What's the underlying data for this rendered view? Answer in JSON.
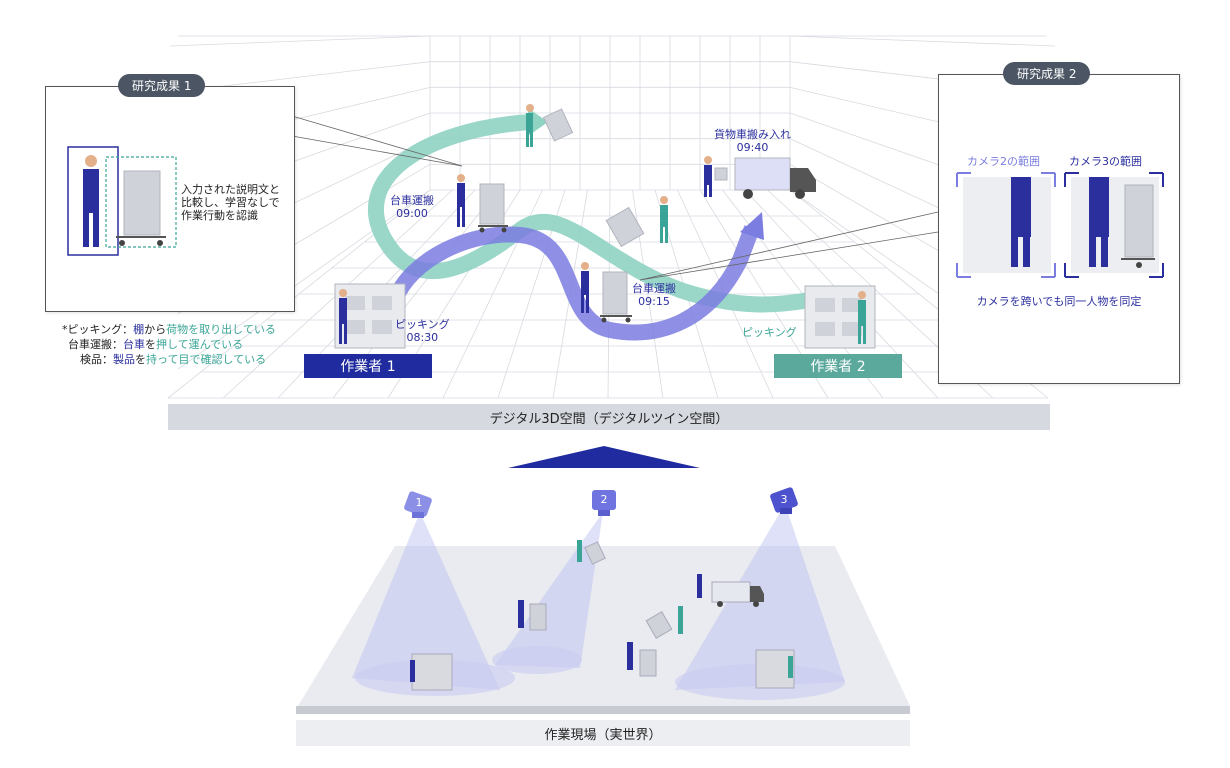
{
  "result1": {
    "badge": "研究成果 1",
    "desc_lines": [
      "入力された説明文と",
      "比較し、学習なしで",
      "作業行動を認識"
    ]
  },
  "result2": {
    "badge": "研究成果 2",
    "cam2_label": "カメラ2の範囲",
    "cam3_label": "カメラ3の範囲",
    "caption": "カメラを跨いでも同一人物を同定"
  },
  "legend": [
    {
      "term": "*ピッキング：",
      "parts": [
        {
          "t": "棚",
          "c": "blue"
        },
        {
          "t": "から",
          "c": "plain"
        },
        {
          "t": "荷物を取り出している",
          "c": "teal"
        }
      ]
    },
    {
      "term": "台車運搬：",
      "parts": [
        {
          "t": "台車",
          "c": "blue"
        },
        {
          "t": "を",
          "c": "plain"
        },
        {
          "t": "押して運んでいる",
          "c": "teal"
        }
      ]
    },
    {
      "term": "検品：",
      "parts": [
        {
          "t": "製品",
          "c": "blue"
        },
        {
          "t": "を",
          "c": "plain"
        },
        {
          "t": "持って目で確認している",
          "c": "teal"
        }
      ]
    }
  ],
  "events": {
    "picking1": {
      "name": "ピッキング",
      "time": "08:30"
    },
    "cart1": {
      "name": "台車運搬",
      "time": "09:00"
    },
    "cart2": {
      "name": "台車運搬",
      "time": "09:15"
    },
    "truck": {
      "name": "貨物車搬み入れ",
      "time": "09:40"
    },
    "picking2": {
      "name": "ピッキング"
    }
  },
  "workers": {
    "w1": "作業者 1",
    "w2": "作業者 2"
  },
  "digital_band": "デジタル3D空間（デジタルツイン空間）",
  "real_band": "作業現場（実世界）",
  "cameras": [
    "1",
    "2",
    "3"
  ],
  "colors": {
    "worker1": "#2b2f9e",
    "worker2": "#3aa596",
    "path_blue": "#7b7de0",
    "path_teal": "#8fd3c3",
    "band": "#d6d9e0"
  }
}
